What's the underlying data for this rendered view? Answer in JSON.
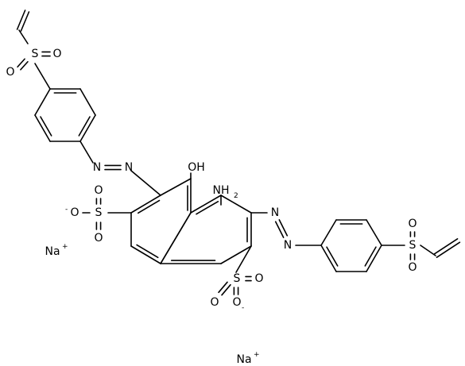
{
  "atoms": {
    "S": "S",
    "O": "O",
    "N": "N",
    "OH": "OH",
    "NH2": "NH",
    "NH2_sub": "2",
    "Na": "Na",
    "plus": "+",
    "minus": "-"
  }
}
